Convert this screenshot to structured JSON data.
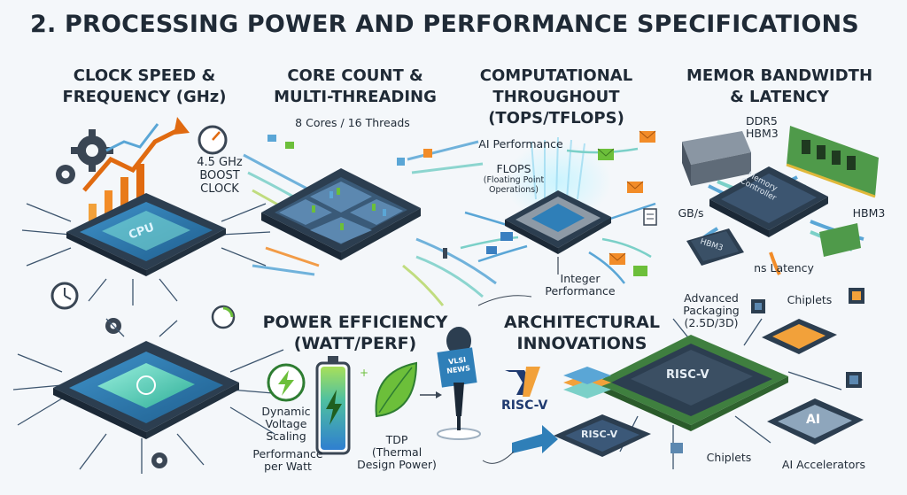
{
  "title": "2. PROCESSING POWER AND PERFORMANCE SPECIFICATIONS",
  "sections": {
    "clock": {
      "title_line1": "CLOCK SPEED &",
      "title_line2": "FREQUENCY (GHz)",
      "chip_label": "CPU",
      "boost_value": "4.5 GHz",
      "boost_line1": "BOOST",
      "boost_line2": "CLOCK"
    },
    "cores": {
      "title_line1": "CORE COUNT &",
      "title_line2": "MULTI-THREADING",
      "subtitle": "8 Cores / 16 Threads"
    },
    "throughput": {
      "title_line1": "COMPUTATIONAL",
      "title_line2": "THROUGHOUT",
      "title_line3": "(TOPS/TFLOPS)",
      "ai_label": "AI Performance",
      "flops_label": "FLOPS",
      "flops_sub1": "(Floating Point",
      "flops_sub2": "Operations)",
      "integer_line1": "Integer",
      "integer_line2": "Performance"
    },
    "memory": {
      "title_line1": "MEMOR BANDWIDTH",
      "title_line2": "& LATENCY",
      "ddr5": "DDR5",
      "hbm3_top": "HBM3",
      "controller_line1": "Memory",
      "controller_line2": "Controller",
      "gbs": "GB/s",
      "hbm3_right": "HBM3",
      "hbm3_chip": "HBM3",
      "latency": "ns Latency"
    },
    "power": {
      "title_line1": "POWER EFFICIENCY",
      "title_line2": "(WATT/PERF)",
      "dvs_line1": "Dynamic",
      "dvs_line2": "Voltage",
      "dvs_line3": "Scaling",
      "ppw_line1": "Performance",
      "ppw_line2": "per Watt",
      "tdp_line1": "TDP",
      "tdp_line2": "(Thermal",
      "tdp_line3": "Design Power)",
      "mic_line1": "VLSI",
      "mic_line2": "NEWS"
    },
    "arch": {
      "title_line1": "ARCHITECTURAL",
      "title_line2": "INNOVATIONS",
      "logo_text": "RISC-V",
      "pkg_line1": "Advanced",
      "pkg_line2": "Packaging",
      "pkg_line3": "(2.5D/3D)",
      "chiplets_top": "Chiplets",
      "riscv_big": "RISC-V",
      "riscv_small": "RISC-V",
      "ai_chip": "AI",
      "chiplets_bottom": "Chiplets",
      "ai_accel": "AI Accelerators"
    }
  },
  "colors": {
    "chip_dark": "#2c3e50",
    "chip_blue": "#2f7fb8",
    "glow": "#7fe6d9",
    "accent_orange": "#f28c28",
    "accent_green": "#6cbf3a",
    "board_green": "#4f9a4a"
  }
}
